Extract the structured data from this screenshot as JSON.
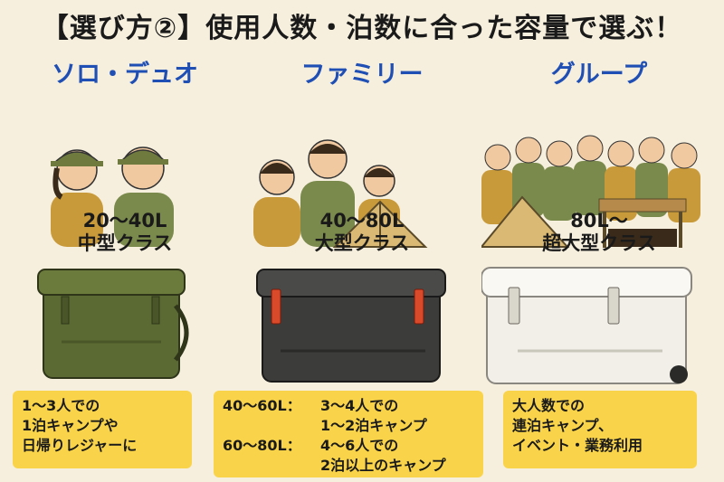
{
  "title": "【選び方②】使用人数・泊数に合った容量で選ぶ！",
  "categories": [
    {
      "name": "ソロ・デュオ",
      "capacity": "20〜40L",
      "class": "中型クラス"
    },
    {
      "name": "ファミリー",
      "capacity": "40〜80L",
      "class": "大型クラス"
    },
    {
      "name": "グループ",
      "capacity": "80L〜",
      "class": "超大型クラス"
    }
  ],
  "notes": {
    "solo": [
      "1〜3人での",
      "1泊キャンプや",
      "日帰りレジャーに"
    ],
    "family": [
      {
        "range": "40〜60L：",
        "line1": "3〜4人での",
        "line2": "1〜2泊キャンプ"
      },
      {
        "range": "60〜80L：",
        "line1": "4〜6人での",
        "line2": "2泊以上のキャンプ"
      }
    ],
    "group": [
      "大人数での",
      "連泊キャンプ、",
      "イベント・業務利用"
    ]
  },
  "colors": {
    "background": "#f6efdd",
    "category_text": "#1f4fb4",
    "note_bg": "#f9d44a",
    "cooler_green": "#5a6a32",
    "cooler_black": "#3c3c3a",
    "cooler_white": "#f1efe8",
    "latch_red": "#d94a2b"
  }
}
